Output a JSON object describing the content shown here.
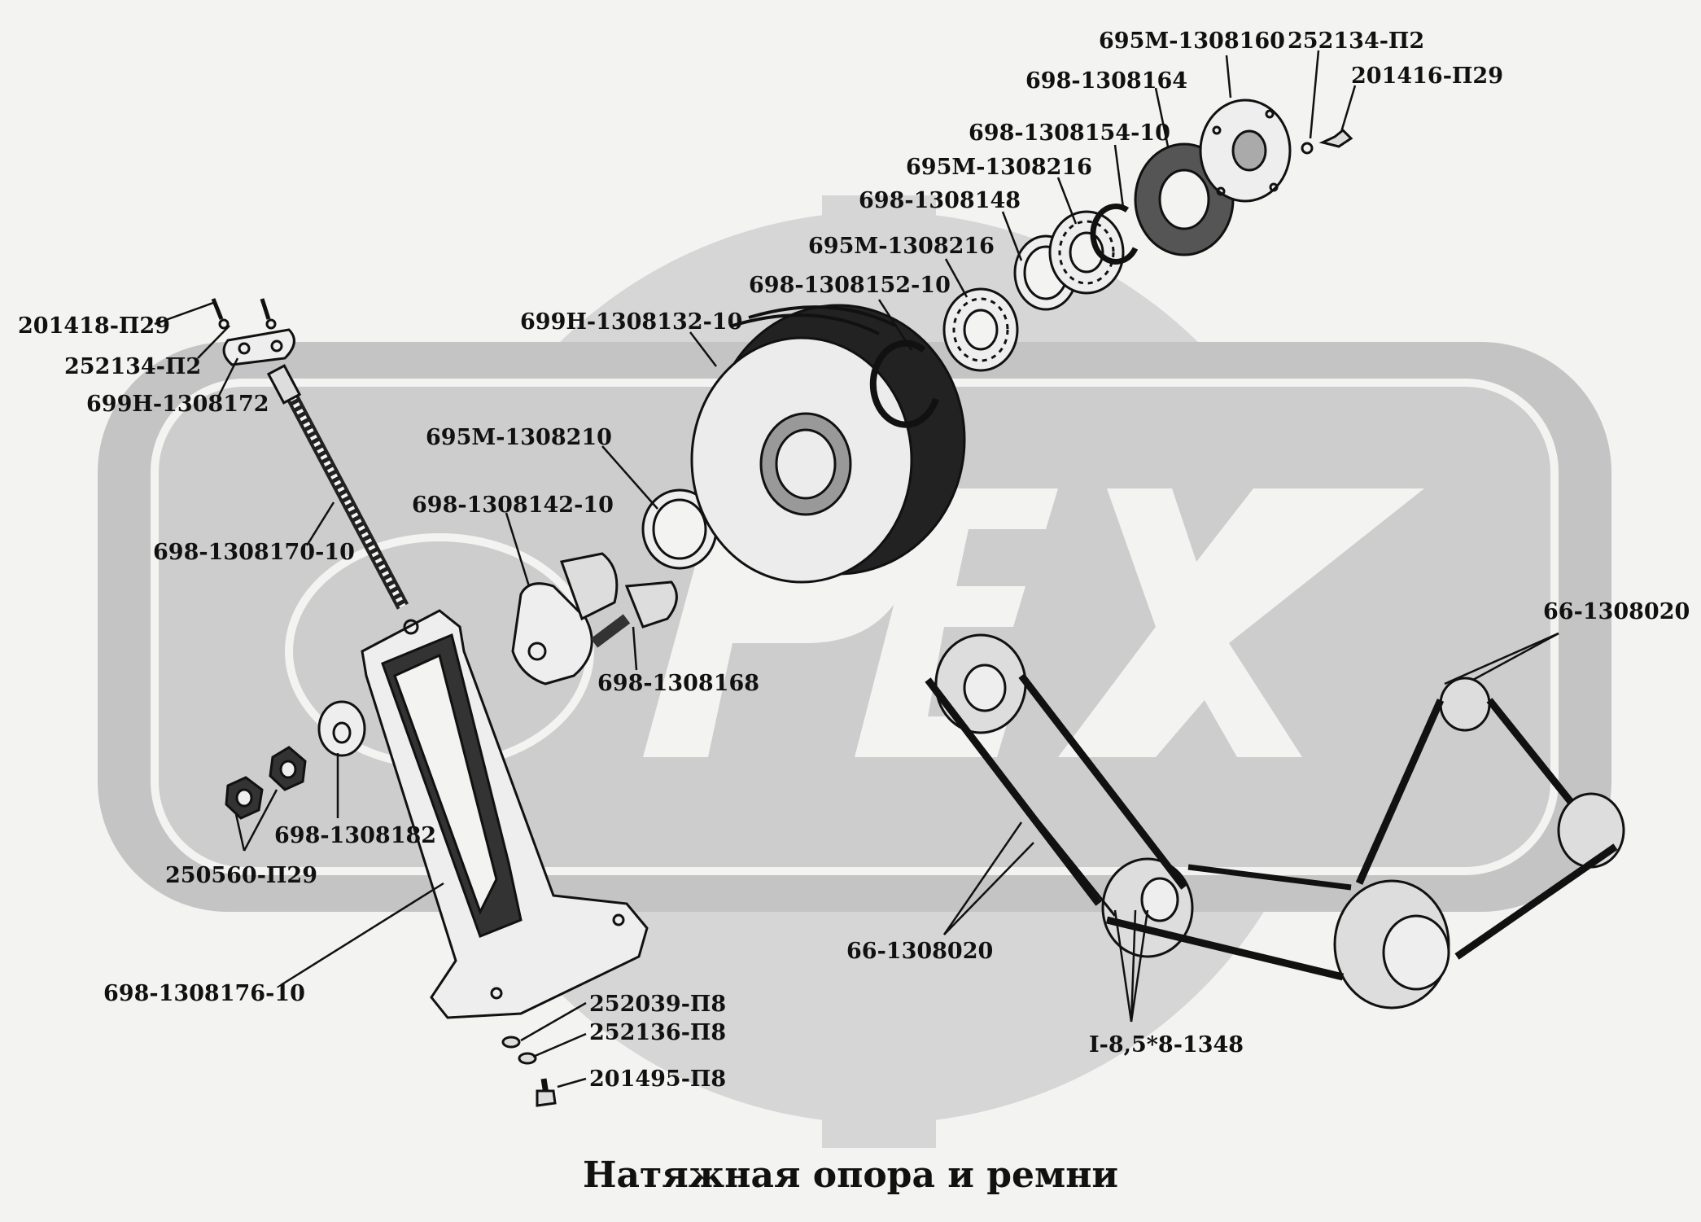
{
  "title": "Натяжная опора и ремни",
  "watermark": {
    "text": "OPEX",
    "color": "#c9c9c9"
  },
  "colors": {
    "ink": "#111111",
    "background": "#f3f3f1",
    "watermark": "#c9c9c9"
  },
  "labels": {
    "l01": "695М-1308160",
    "l02": "252134-П2",
    "l03": "201416-П29",
    "l04": "698-1308164",
    "l05": "698-1308154-10",
    "l06": "695М-1308216",
    "l07": "698-1308148",
    "l08": "695М-1308216",
    "l09": "698-1308152-10",
    "l10": "699Н-1308132-10",
    "l11": "201418-П29",
    "l12": "252134-П2",
    "l13": "699Н-1308172",
    "l14": "695М-1308210",
    "l15": "698-1308142-10",
    "l16": "698-1308170-10",
    "l17": "698-1308168",
    "l18": "66-1308020",
    "l19": "698-1308182",
    "l20": "250560-П29",
    "l21": "66-1308020",
    "l22": "698-1308176-10",
    "l23": "252039-П8",
    "l24": "252136-П8",
    "l25": "201495-П8",
    "l26": "I-8,5*8-1348"
  }
}
